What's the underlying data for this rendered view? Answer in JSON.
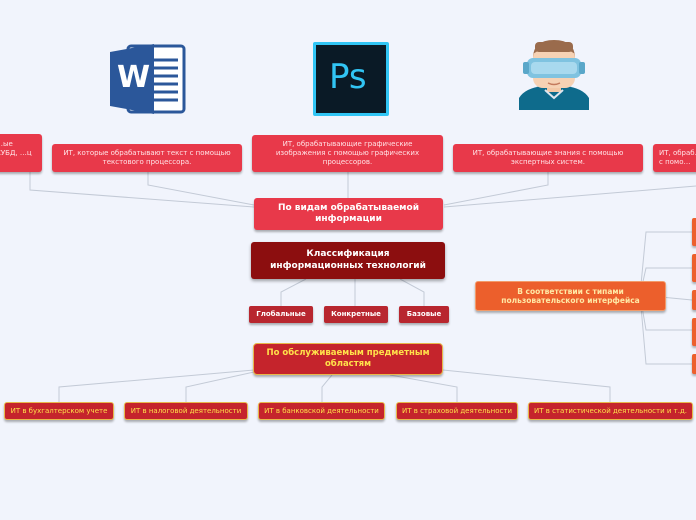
{
  "center": "Классификация информационных технологий",
  "by_info_type": {
    "label": "По видам обрабатываемой информации",
    "children": [
      "…ые СУБД, …ц и",
      "ИТ, которые обрабатывают текст с помощью текстового процессора.",
      "ИТ, обрабатывающие графические изображения с помощью графических процессоров.",
      "ИТ, обрабатывающие знания с помощью экспертных систем.",
      "ИТ, обраб… с помо…"
    ]
  },
  "scope": {
    "global": "Глобальные",
    "concrete": "Конкретные",
    "base": "Базовые"
  },
  "by_subject_area": {
    "label": "По обслуживаемым предметным областям",
    "children": [
      "ИТ в бухгалтерском учете",
      "ИТ в налоговой деятельности",
      "ИТ в банковской деятельности",
      "ИТ в страховой деятельности",
      "ИТ в статистической деятельности и т.д."
    ]
  },
  "by_interface": {
    "label": "В соответствии с типами пользовательского интерфейса"
  },
  "icons": {
    "word_letter": "W",
    "photoshop_text": "Ps",
    "names": [
      "word-icon",
      "photoshop-icon",
      "vr-headset-person-icon"
    ]
  },
  "colors": {
    "background": "#f1f4fc",
    "red_node": "#e8394a",
    "center_node": "#8c0e0f",
    "subject_text": "#ffe14a",
    "interface_node": "#ec5f2c"
  }
}
